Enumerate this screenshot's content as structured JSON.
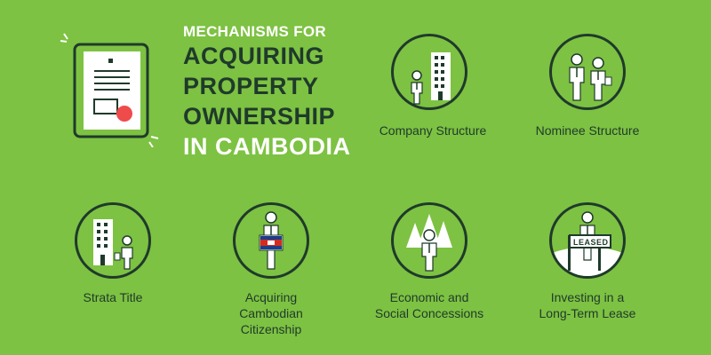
{
  "title": {
    "line1": "MECHANISMS FOR",
    "line2": "ACQUIRING",
    "line3": "PROPERTY",
    "line4": "OWNERSHIP",
    "line5": "IN CAMBODIA"
  },
  "items": [
    {
      "label_lines": [
        "Company Structure"
      ],
      "icon": "company-structure-icon"
    },
    {
      "label_lines": [
        "Nominee Structure"
      ],
      "icon": "nominee-structure-icon"
    },
    {
      "label_lines": [
        "Strata Title"
      ],
      "icon": "strata-title-icon"
    },
    {
      "label_lines": [
        "Acquiring",
        "Cambodian",
        "Citizenship"
      ],
      "icon": "citizenship-icon"
    },
    {
      "label_lines": [
        "Economic and",
        "Social Concessions"
      ],
      "icon": "concessions-icon"
    },
    {
      "label_lines": [
        "Investing in a",
        "Long-Term Lease"
      ],
      "icon": "lease-icon"
    }
  ],
  "lease_sign": "LEASED",
  "colors": {
    "background": "#7dc242",
    "dark": "#1f3a2b",
    "white": "#ffffff",
    "accent_red": "#ef4b4b"
  }
}
